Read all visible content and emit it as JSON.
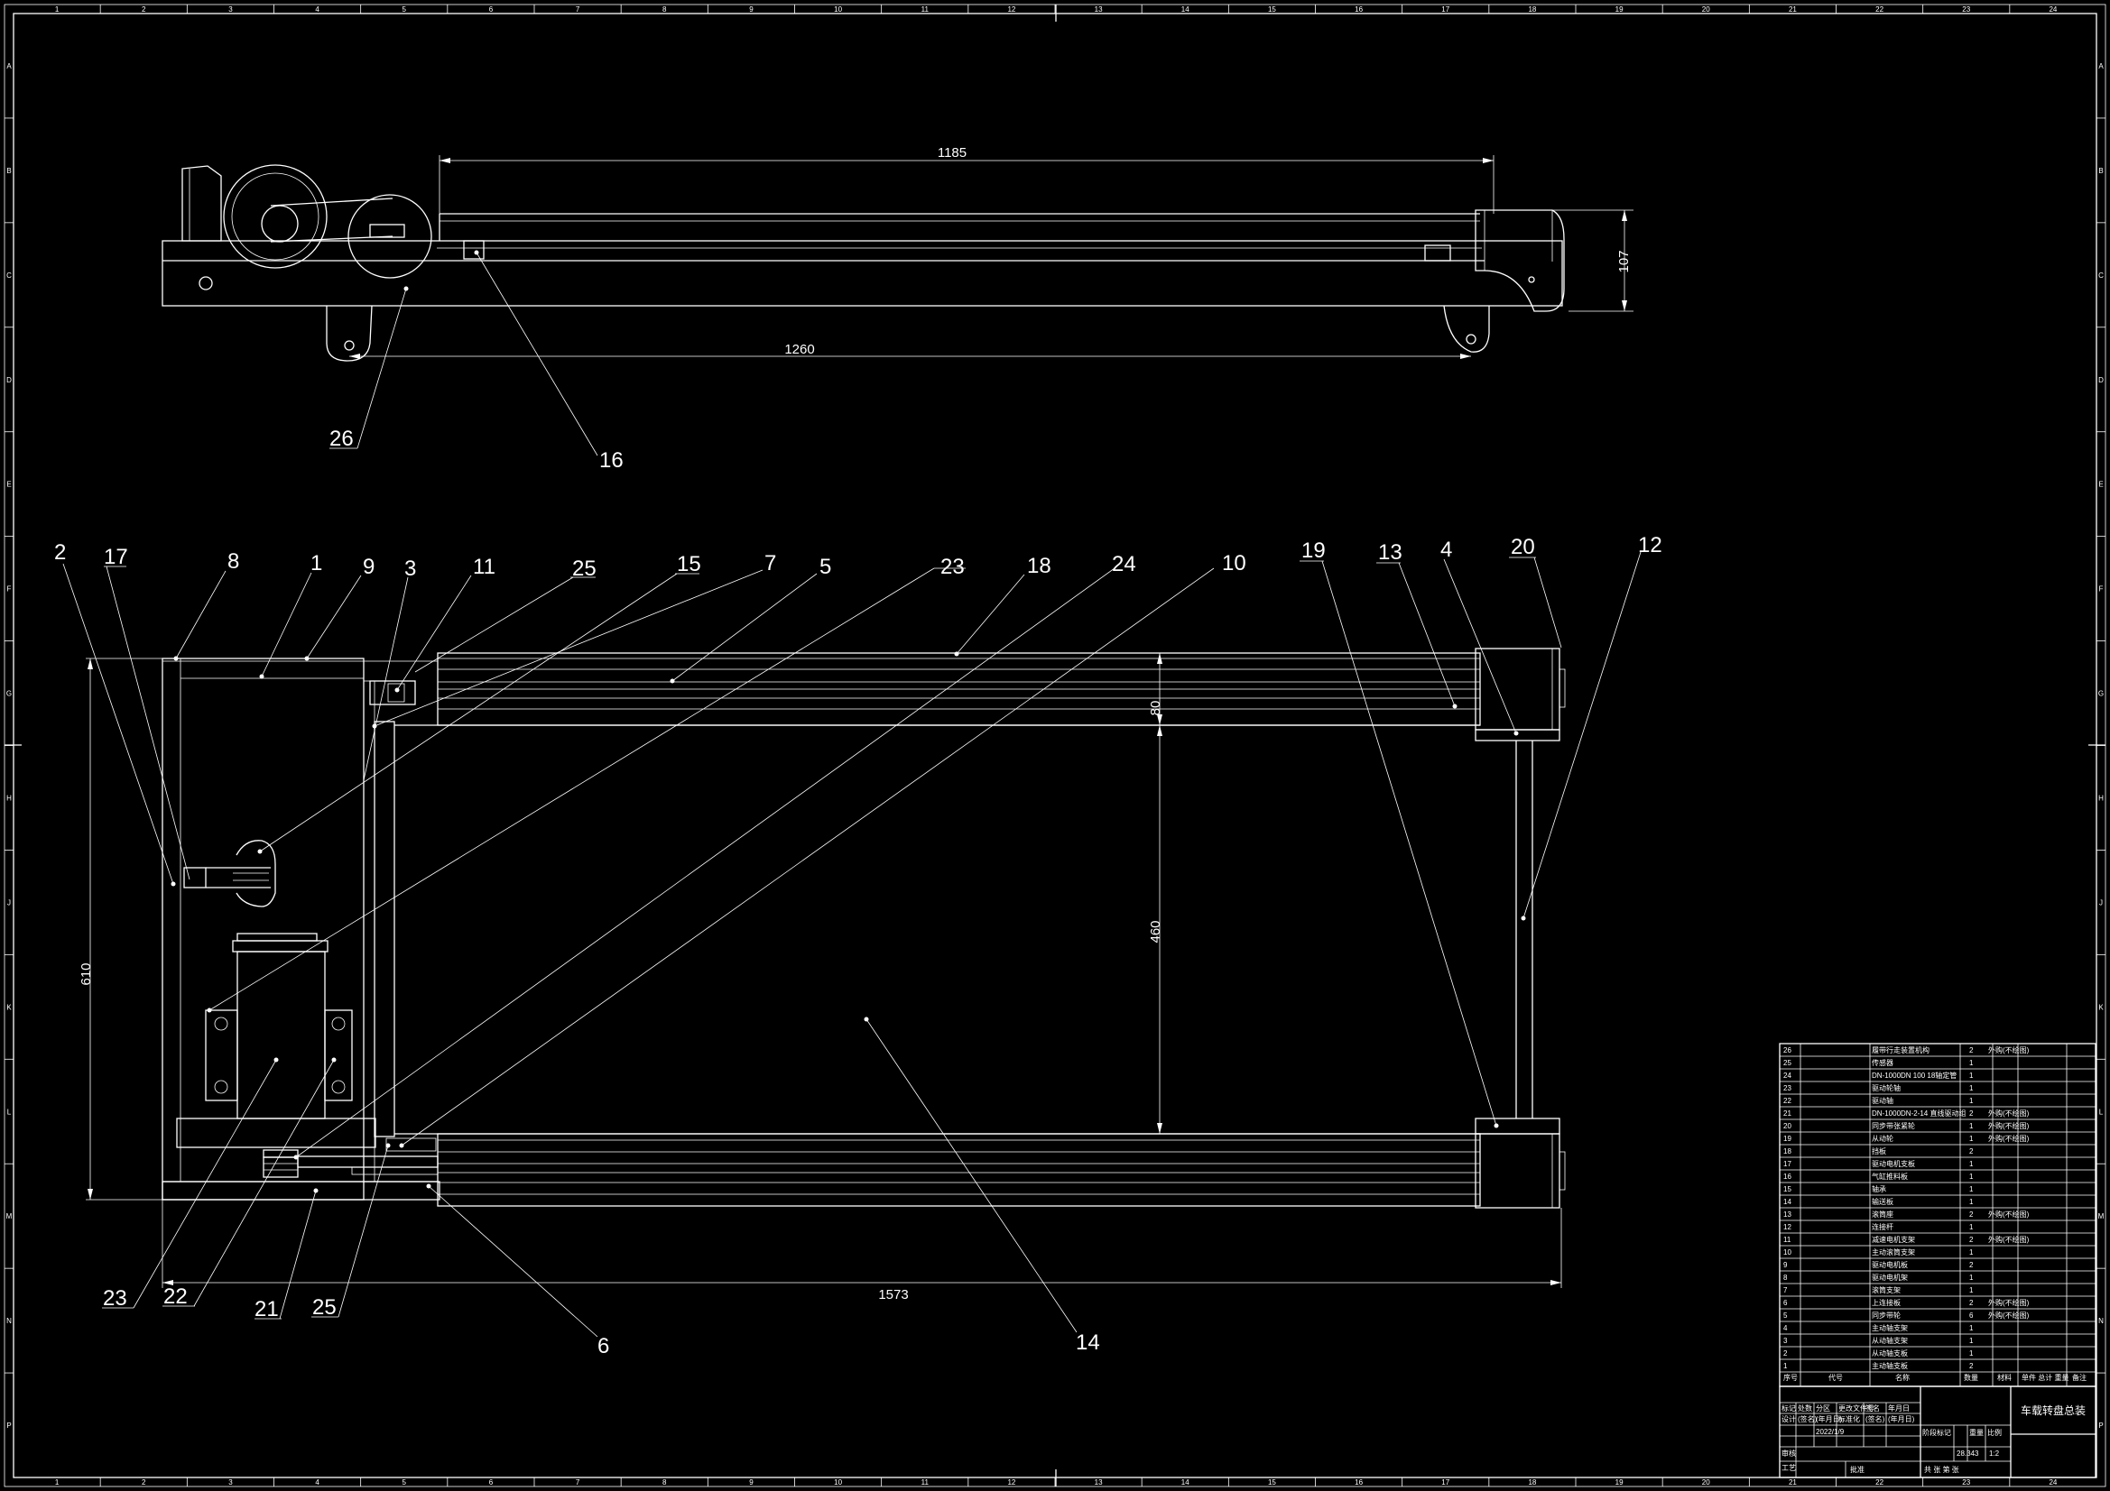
{
  "dimensions": {
    "top_length": "1185",
    "top_height": "107",
    "wheelbase": "1260",
    "width": "610",
    "belt_width": "80",
    "inner_width": "460",
    "overall_length": "1573"
  },
  "balloons_top": [
    "26",
    "16"
  ],
  "balloons_plan": [
    "2",
    "17",
    "8",
    "1",
    "9",
    "3",
    "11",
    "25",
    "15",
    "7",
    "5",
    "23",
    "18",
    "24",
    "10",
    "19",
    "13",
    "4",
    "20",
    "12",
    "14",
    "6",
    "25",
    "21",
    "22",
    "23"
  ],
  "bom_rows": [
    {
      "no": "26",
      "name": "履带行走装置机构",
      "qty": "2",
      "note": "外购(不绘图)"
    },
    {
      "no": "25",
      "name": "传感器",
      "qty": "1",
      "note": ""
    },
    {
      "no": "24",
      "name": "DN-1000DN 100 18轴定管",
      "qty": "1",
      "note": ""
    },
    {
      "no": "23",
      "name": "驱动轮轴",
      "qty": "1",
      "note": ""
    },
    {
      "no": "22",
      "name": "驱动轴",
      "qty": "1",
      "note": ""
    },
    {
      "no": "21",
      "name": "DN-1000DN-2-14 直线驱动组",
      "qty": "2",
      "note": "外购(不绘图)"
    },
    {
      "no": "20",
      "name": "同步带张紧轮",
      "qty": "1",
      "note": "外购(不绘图)"
    },
    {
      "no": "19",
      "name": "从动轮",
      "qty": "1",
      "note": "外购(不绘图)"
    },
    {
      "no": "18",
      "name": "挡板",
      "qty": "2",
      "note": ""
    },
    {
      "no": "17",
      "name": "驱动电机支板",
      "qty": "1",
      "note": ""
    },
    {
      "no": "16",
      "name": "气缸推料板",
      "qty": "1",
      "note": ""
    },
    {
      "no": "15",
      "name": "轴承",
      "qty": "1",
      "note": ""
    },
    {
      "no": "14",
      "name": "输送板",
      "qty": "1",
      "note": ""
    },
    {
      "no": "13",
      "name": "滚筒座",
      "qty": "2",
      "note": "外购(不绘图)"
    },
    {
      "no": "12",
      "name": "连接杆",
      "qty": "1",
      "note": ""
    },
    {
      "no": "11",
      "name": "减速电机支架",
      "qty": "2",
      "note": "外购(不绘图)"
    },
    {
      "no": "10",
      "name": "主动滚筒支架",
      "qty": "1",
      "note": ""
    },
    {
      "no": "9",
      "name": "驱动电机板",
      "qty": "2",
      "note": ""
    },
    {
      "no": "8",
      "name": "驱动电机架",
      "qty": "1",
      "note": ""
    },
    {
      "no": "7",
      "name": "滚筒支架",
      "qty": "1",
      "note": ""
    },
    {
      "no": "6",
      "name": "上连接板",
      "qty": "2",
      "note": "外购(不绘图)"
    },
    {
      "no": "5",
      "name": "同步带轮",
      "qty": "6",
      "note": "外购(不绘图)"
    },
    {
      "no": "4",
      "name": "主动轴支架",
      "qty": "1",
      "note": ""
    },
    {
      "no": "3",
      "name": "从动轴支架",
      "qty": "1",
      "note": ""
    },
    {
      "no": "2",
      "name": "从动轴支板",
      "qty": "1",
      "note": ""
    },
    {
      "no": "1",
      "name": "主动轴支板",
      "qty": "2",
      "note": ""
    }
  ],
  "bom_header": {
    "no": "序号",
    "code": "代号",
    "name": "名称",
    "qty": "数量",
    "material": "材料",
    "weight": "单件 总计 重量",
    "note": "备注"
  },
  "title_block": {
    "drawing_title": "车载转盘总装",
    "r1": [
      "标记",
      "处数",
      "分区",
      "更改文件号",
      "签名",
      "年月日"
    ],
    "r2": [
      "设计",
      "(签名)",
      "(年月日)",
      "标准化",
      "(签名)",
      "(年月日)"
    ],
    "date": "2022/1/9",
    "stage": "阶段标记",
    "weight": "重量",
    "scale": "比例",
    "scale_value": "1:2",
    "mass_value": "28.343",
    "review": "审核",
    "process": "工艺",
    "approve": "批准",
    "sheet": "共 张 第 张"
  },
  "border_numbers": [
    "1",
    "2",
    "3",
    "4",
    "5",
    "6",
    "7",
    "8",
    "9",
    "10",
    "11",
    "12",
    "13",
    "14",
    "15",
    "16",
    "17",
    "18",
    "19",
    "20",
    "21",
    "22",
    "23",
    "24"
  ],
  "border_letters": [
    "A",
    "B",
    "C",
    "D",
    "E",
    "F",
    "G",
    "H",
    "J",
    "K",
    "L",
    "M",
    "N",
    "P"
  ]
}
